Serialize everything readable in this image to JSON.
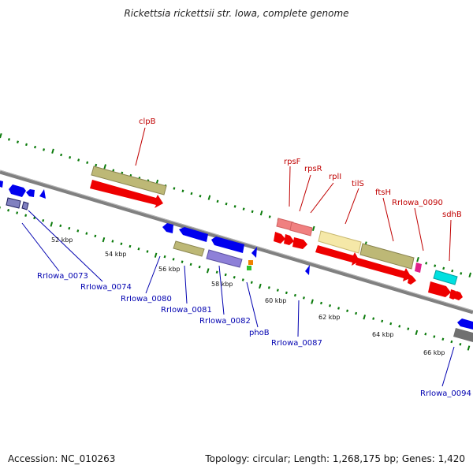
{
  "title": "Rickettsia rickettsii str. Iowa, complete genome",
  "footer": {
    "accession": "Accession: NC_010263",
    "summary": "Topology: circular; Length: 1,268,175 bp; Genes: 1,420"
  },
  "colors": {
    "backbone": "#808080",
    "tick": "#0a7a0a",
    "forward_label": "#c00000",
    "reverse_label": "#0000b0"
  },
  "ticks": [
    "52 kbp",
    "54 kbp",
    "56 kbp",
    "58 kbp",
    "60 kbp",
    "62 kbp",
    "64 kbp",
    "66 kbp"
  ],
  "forward_genes": [
    "clpB",
    "rpsF",
    "rpsR",
    "rplI",
    "tilS",
    "ftsH",
    "RrIowa_0090",
    "sdhB"
  ],
  "reverse_genes": [
    "RrIowa_0073",
    "RrIowa_0074",
    "RrIowa_0080",
    "RrIowa_0081",
    "RrIowa_0082",
    "phoB",
    "RrIowa_0087",
    "RrIowa_0094"
  ]
}
